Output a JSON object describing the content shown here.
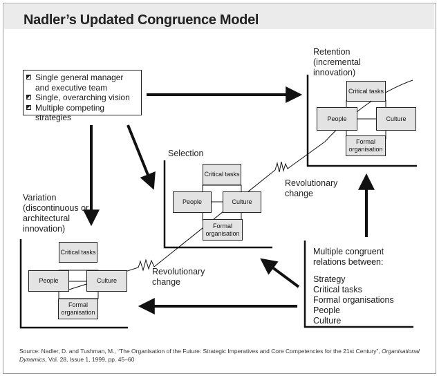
{
  "title": "Nadler’s Updated Congruence Model",
  "leader_box": {
    "items": [
      "Single general manager and executive team",
      "Single, overarching vision",
      "Multiple competing strategies"
    ]
  },
  "stages": {
    "variation": {
      "label": "Variation (discontinuous or architectural innovation)",
      "boxes": {
        "critical_tasks": "Critical tasks",
        "people": "People",
        "culture": "Culture",
        "formal_org": "Formal organisation"
      }
    },
    "selection": {
      "label": "Selection",
      "boxes": {
        "critical_tasks": "Critical tasks",
        "people": "People",
        "culture": "Culture",
        "formal_org": "Formal organisation"
      }
    },
    "retention": {
      "label": "Retention (incremental innovation)",
      "boxes": {
        "critical_tasks": "Critical tasks",
        "people": "People",
        "culture": "Culture",
        "formal_org": "Formal organisation"
      }
    }
  },
  "revolutionary_change_labels": [
    "Revolutionary change",
    "Revolutionary change"
  ],
  "relations": {
    "heading": "Multiple congruent relations between:",
    "items": [
      "Strategy",
      "Critical tasks",
      "Formal organisations",
      "People",
      "Culture"
    ]
  },
  "source": {
    "prefix": "Source: Nadler, D. and Tushman, M., “The Organisation of the Future: Strategic Imperatives and Core Competencies for the 21st Century”, ",
    "journal": "Organisational Dynamics",
    "suffix": ", Vol. 28, Issue 1, 1999, pp. 45–60"
  }
}
